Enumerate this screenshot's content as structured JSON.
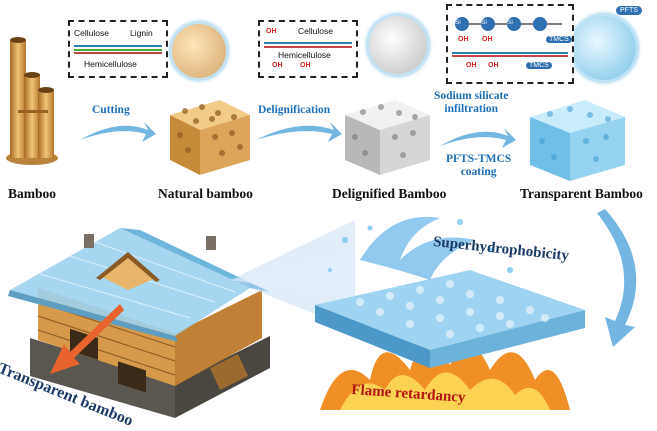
{
  "stages": [
    {
      "label": "Bamboo"
    },
    {
      "label": "Natural bamboo"
    },
    {
      "label": "Delignified Bamboo"
    },
    {
      "label": "Transparent Bamboo"
    }
  ],
  "steps": [
    {
      "label": "Cutting"
    },
    {
      "label": "Delignification"
    },
    {
      "label_line1": "Sodium silicate",
      "label_line2": "infiltration"
    },
    {
      "label_line1": "PFTS-TMCS",
      "label_line2": "coating"
    }
  ],
  "insets": {
    "natural": {
      "cellulose": "Cellulose",
      "lignin": "Lignin",
      "hemicellulose": "Hemicellulose"
    },
    "delignified": {
      "cellulose": "Cellulose",
      "hemicellulose": "Hemicellulose",
      "oh": "OH"
    },
    "transparent": {
      "si": "Si",
      "pfts": "PFTS",
      "tmcs": "TMCS",
      "oh": "OH"
    }
  },
  "properties": {
    "superhydrophobicity": "Superhydrophobicity",
    "flame_retardancy": "Flame retardancy",
    "application": "Transparent bamboo"
  },
  "colors": {
    "step_text": "#1d6fb8",
    "bamboo": "#d9a24e",
    "transparent_blue": "#8fd0ef",
    "flame_text": "#b31414",
    "arrow_orange": "#e8642c"
  }
}
